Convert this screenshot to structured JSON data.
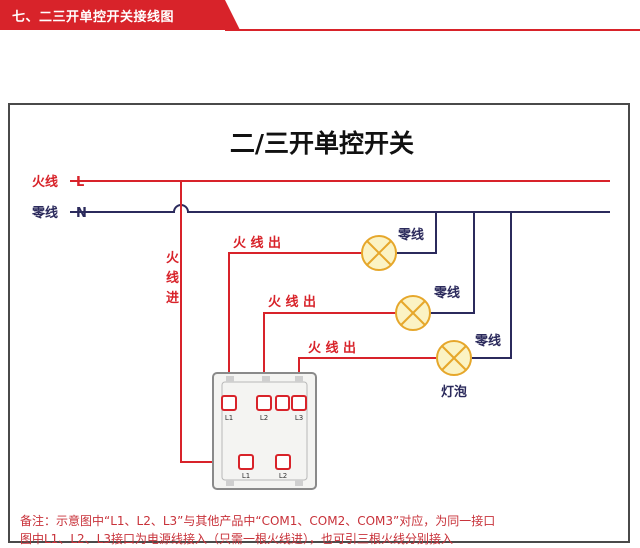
{
  "header": {
    "title": "七、二三开单控开关接线图"
  },
  "diagram": {
    "title": "二/三开单控开关",
    "live_label": "火线",
    "live_letter": "L",
    "neutral_label": "零线",
    "neutral_letter": "N",
    "live_in_label": [
      "火",
      "线",
      "进"
    ],
    "live_out_labels": [
      "火 线 出",
      "火 线 出",
      "火 线 出"
    ],
    "neutral_labels": [
      "零线",
      "零线",
      "零线"
    ],
    "bulb_label": "灯泡",
    "terminals_top": [
      "L1",
      "L2",
      "L3"
    ],
    "terminals_bottom": [
      "L1",
      "L2"
    ]
  },
  "note": {
    "line1": "备注：示意图中“L1、L2、L3”与其他产品中“COM1、COM2、COM3”对应，为同一接口",
    "line2": "图中L1、L2、L3接口为电源线接入（只需一根火线进），也可引三根火线分别接入"
  },
  "colors": {
    "red": "#d8232a",
    "navy": "#2b2a5c",
    "bulb_fill": "#fbf3c4",
    "bulb_stroke": "#e6a72b"
  }
}
